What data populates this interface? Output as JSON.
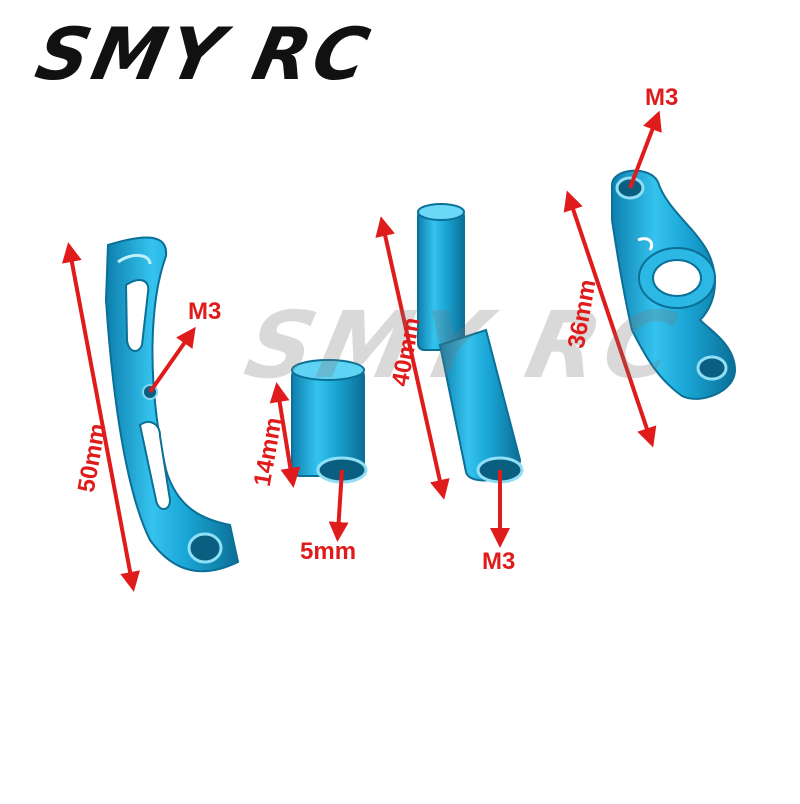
{
  "brand": {
    "logo_text": "SMY RC",
    "watermark_text": "SMY RC"
  },
  "colors": {
    "part": "#1aa6d6",
    "part_dark": "#0b6f96",
    "part_light": "#8fe0f7",
    "annotation": "#e01b1b",
    "logo": "#111111"
  },
  "parts": [
    {
      "name": "curved-arm",
      "labels": {
        "length": "50mm",
        "thread": "M3"
      }
    },
    {
      "name": "spacer-tube",
      "labels": {
        "length": "14mm",
        "diameter": "5mm"
      }
    },
    {
      "name": "long-post",
      "labels": {
        "length": "40mm",
        "thread": "M3"
      }
    },
    {
      "name": "servo-saver-arm",
      "labels": {
        "length": "36mm",
        "thread": "M3"
      }
    }
  ]
}
